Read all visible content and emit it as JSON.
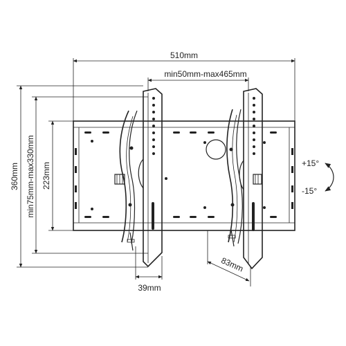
{
  "dimensions": {
    "overall_width": "510mm",
    "vesa_horizontal": "min50mm-max465mm",
    "overall_height": "360mm",
    "vesa_vertical": "min75mm-max330mm",
    "plate_height": "223mm",
    "arm_width": "39mm",
    "depth": "83mm"
  },
  "tilt": {
    "up": "+15°",
    "down": "-15°"
  }
}
